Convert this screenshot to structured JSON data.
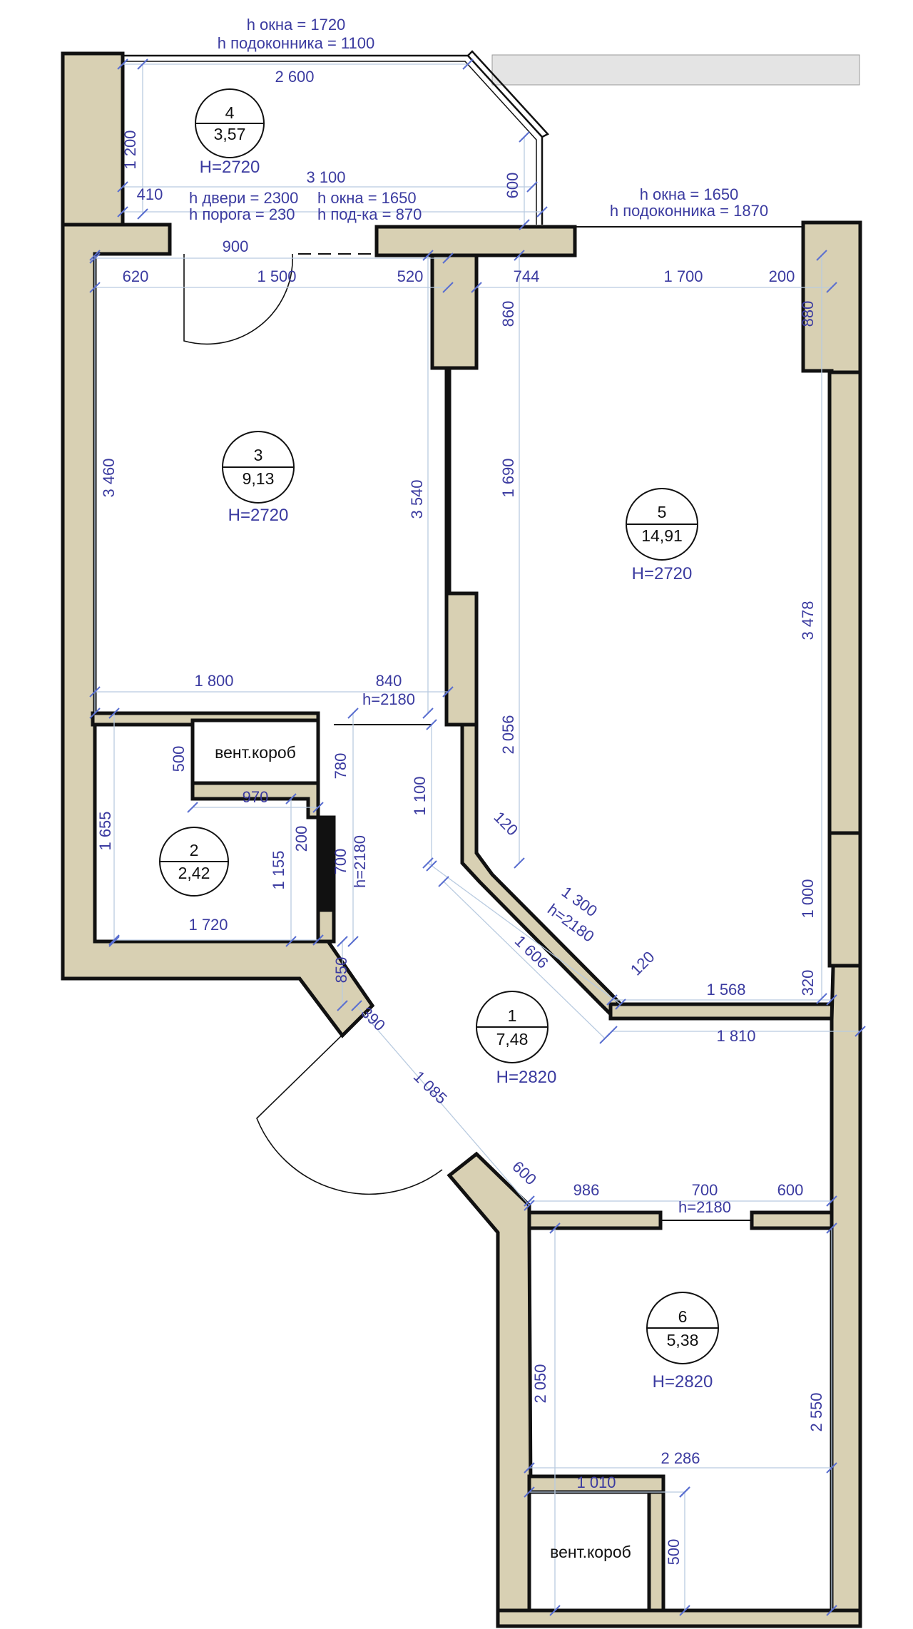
{
  "balcony": {
    "window_height": "h окна = 1720",
    "sill_height": "h подоконника = 1100",
    "room_number": "4",
    "area": "3,57",
    "ceiling": "H=2720",
    "dims": {
      "width": "2 600",
      "depth": "1 200",
      "length": "3 100",
      "side": "600",
      "left": "410"
    }
  },
  "balcony_door": {
    "door_height": "h двери = 2300",
    "window_height": "h окна = 1650",
    "threshold": "h порога = 230",
    "sill": "h под-ка = 870"
  },
  "living_window": {
    "window_height": "h окна = 1650",
    "sill_height": "h подоконника = 1870"
  },
  "room3": {
    "number": "3",
    "area": "9,13",
    "ceiling": "H=2720",
    "dims": {
      "door_open": "900",
      "left": "620",
      "window": "1 500",
      "right": "520",
      "height_left": "3 460",
      "height_right": "3 540",
      "bottom": "1 800",
      "door_bottom": "840",
      "door_h": "h=2180"
    }
  },
  "room5": {
    "number": "5",
    "area": "14,91",
    "ceiling": "H=2720",
    "dims": {
      "top_left": "744",
      "window": "1 700",
      "top_right": "200",
      "left_top": "860",
      "right_top": "880",
      "left_mid": "1 690",
      "right_mid": "3 478",
      "left_low": "2 056",
      "right_low": "1 000",
      "bottom_inner": "1 568",
      "bottom_corner": "320",
      "diag_a": "120",
      "diag_b": "120",
      "diag_len": "1 300",
      "diag_h": "h=2180",
      "diag_outer": "1 606"
    }
  },
  "room2": {
    "number": "2",
    "area": "2,42",
    "vent": "вент.короб",
    "dims": {
      "vent_depth": "500",
      "vent_width": "970",
      "left": "1 655",
      "inner": "1 155",
      "step": "200",
      "bottom": "1 720",
      "door": "700",
      "door_h": "h=2180",
      "upper": "780"
    }
  },
  "hall": {
    "number": "1",
    "area": "7,48",
    "ceiling": "H=2820",
    "dims": {
      "upper": "1 100",
      "left": "850",
      "corner": "390",
      "entry_diag": "1 085",
      "entry_small": "600",
      "right": "1 810"
    }
  },
  "room6": {
    "number": "6",
    "area": "5,38",
    "ceiling": "H=2820",
    "vent": "вент.короб",
    "dims": {
      "top_left": "986",
      "door": "700",
      "door_h": "h=2180",
      "top_right": "600",
      "left": "2 050",
      "right": "2 550",
      "width": "2 286",
      "vent_width": "1 010",
      "vent_depth": "500"
    }
  },
  "colors": {
    "wall_fill": "#d8d0b3",
    "dimension_text": "#3b3ba0",
    "dimension_line": "#b9cbe0"
  }
}
